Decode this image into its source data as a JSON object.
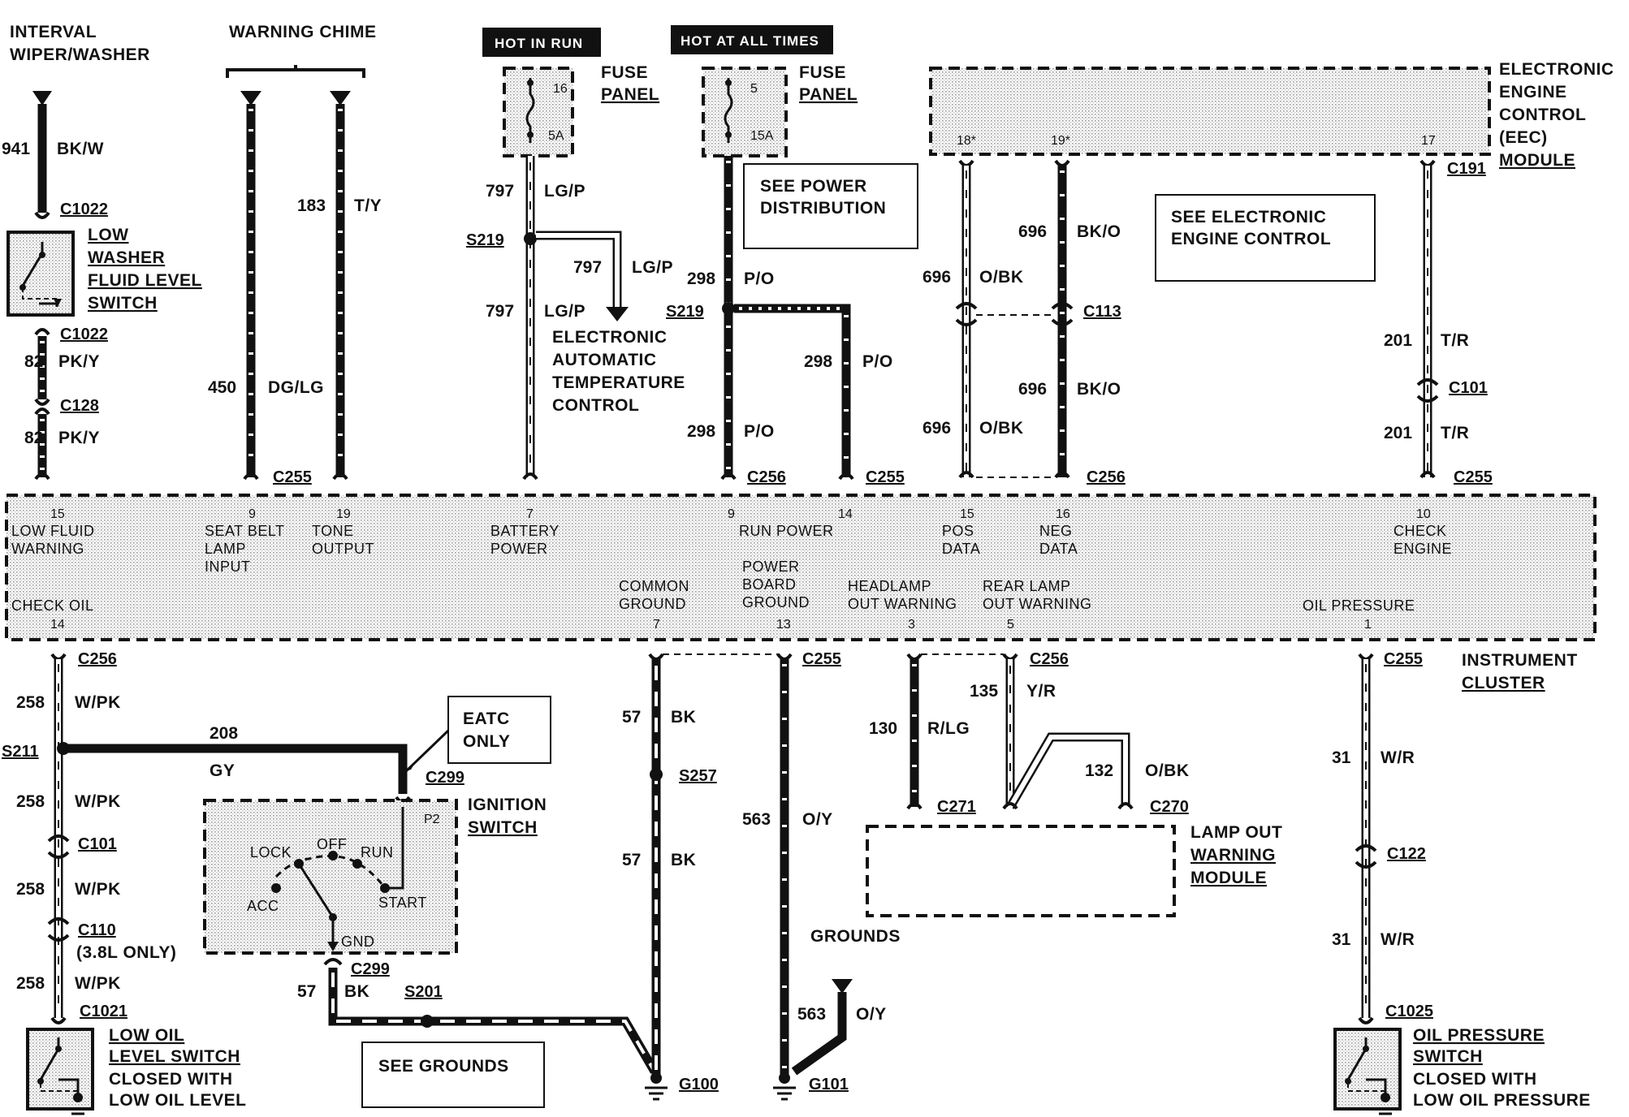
{
  "headers": {
    "interval_wiper": [
      "INTERVAL",
      "WIPER/WASHER"
    ],
    "warning_chime": "WARNING CHIME",
    "hot_in_run": "HOT IN RUN",
    "hot_at_all_times": "HOT AT ALL TIMES"
  },
  "fuse_panel_1": {
    "label": [
      "FUSE",
      "PANEL"
    ],
    "fuse_no": "16",
    "rating": "5A"
  },
  "fuse_panel_2": {
    "label": [
      "FUSE",
      "PANEL"
    ],
    "fuse_no": "5",
    "rating": "15A"
  },
  "eec_module": {
    "label": [
      "ELECTRONIC",
      "ENGINE",
      "CONTROL",
      "(EEC)",
      "MODULE"
    ],
    "pins": [
      "18*",
      "19*",
      "17"
    ]
  },
  "notes": {
    "see_power": [
      "SEE POWER",
      "DISTRIBUTION"
    ],
    "see_eec": [
      "SEE ELECTRONIC",
      "ENGINE CONTROL"
    ],
    "eatc_only": [
      "EATC",
      "ONLY"
    ],
    "see_grounds": "SEE GROUNDS",
    "grounds": "GROUNDS",
    "eatc_dest": [
      "ELECTRONIC",
      "AUTOMATIC",
      "TEMPERATURE",
      "CONTROL"
    ]
  },
  "components": {
    "washer_switch": [
      "LOW",
      "WASHER",
      "FLUID LEVEL",
      "SWITCH"
    ],
    "oil_level_switch": [
      "LOW OIL",
      "LEVEL SWITCH"
    ],
    "oil_level_note": [
      "CLOSED WITH",
      "LOW OIL LEVEL"
    ],
    "oil_pressure_switch": [
      "OIL PRESSURE",
      "SWITCH"
    ],
    "oil_pressure_note": [
      "CLOSED WITH",
      "LOW OIL PRESSURE"
    ],
    "ignition_switch": [
      "IGNITION",
      "SWITCH"
    ],
    "ignition_positions": {
      "lock": "LOCK",
      "off": "OFF",
      "run": "RUN",
      "acc": "ACC",
      "start": "START",
      "gnd": "GND",
      "p2": "P2"
    },
    "lamp_out_module": [
      "LAMP OUT",
      "WARNING",
      "MODULE"
    ],
    "instrument_cluster": [
      "INSTRUMENT",
      "CLUSTER"
    ]
  },
  "cluster_pins_top": [
    {
      "num": "15",
      "name": [
        "LOW FLUID",
        "WARNING"
      ]
    },
    {
      "num": "9",
      "name": [
        "SEAT BELT",
        "LAMP",
        "INPUT"
      ]
    },
    {
      "num": "19",
      "name": [
        "TONE",
        "OUTPUT"
      ]
    },
    {
      "num": "7",
      "name": [
        "BATTERY",
        "POWER"
      ]
    },
    {
      "num": "9",
      "name": [
        "RUN POWER"
      ]
    },
    {
      "num": "14",
      "name": []
    },
    {
      "num": "15",
      "name": [
        "POS",
        "DATA"
      ]
    },
    {
      "num": "16",
      "name": [
        "NEG",
        "DATA"
      ]
    },
    {
      "num": "10",
      "name": [
        "CHECK",
        "ENGINE"
      ]
    }
  ],
  "cluster_pins_bottom": [
    {
      "num": "14",
      "name": [
        "CHECK OIL"
      ]
    },
    {
      "num": "7",
      "name": [
        "COMMON",
        "GROUND"
      ]
    },
    {
      "num": "13",
      "name": [
        "POWER",
        "BOARD",
        "GROUND"
      ]
    },
    {
      "num": "3",
      "name": [
        "HEADLAMP",
        "OUT WARNING"
      ]
    },
    {
      "num": "5",
      "name": [
        "REAR LAMP",
        "OUT WARNING"
      ]
    },
    {
      "num": "1",
      "name": [
        "OIL PRESSURE"
      ]
    }
  ],
  "connectors": {
    "c1022a": "C1022",
    "c1022b": "C1022",
    "c128": "C128",
    "c255a": "C255",
    "c256a": "C256",
    "c255b": "C255",
    "c113": "C113",
    "c256b": "C256",
    "c191": "C191",
    "c101a": "C101",
    "c255c": "C255",
    "c256c": "C256",
    "c255d": "C255",
    "c256d": "C256",
    "c255e": "C255",
    "c299a": "C299",
    "c101b": "C101",
    "c110": "C110",
    "c110_note": "(3.8L ONLY)",
    "c1021": "C1021",
    "c299b": "C299",
    "c271": "C271",
    "c270": "C270",
    "c122": "C122",
    "c1025": "C1025"
  },
  "splices": {
    "s219a": "S219",
    "s219b": "S219",
    "s211": "S211",
    "s257": "S257",
    "s201": "S201"
  },
  "grounds_ids": {
    "g100": "G100",
    "g101": "G101"
  },
  "wires": {
    "w941": {
      "circuit": "941",
      "color": "BK/W"
    },
    "w82a": {
      "circuit": "82",
      "color": "PK/Y"
    },
    "w82b": {
      "circuit": "82",
      "color": "PK/Y"
    },
    "w450": {
      "circuit": "450",
      "color": "DG/LG"
    },
    "w183": {
      "circuit": "183",
      "color": "T/Y"
    },
    "w797a": {
      "circuit": "797",
      "color": "LG/P"
    },
    "w797b": {
      "circuit": "797",
      "color": "LG/P"
    },
    "w797c": {
      "circuit": "797",
      "color": "LG/P"
    },
    "w298a": {
      "circuit": "298",
      "color": "P/O"
    },
    "w298b": {
      "circuit": "298",
      "color": "P/O"
    },
    "w298c": {
      "circuit": "298",
      "color": "P/O"
    },
    "w696a": {
      "circuit": "696",
      "color": "O/BK"
    },
    "w696b": {
      "circuit": "696",
      "color": "BK/O"
    },
    "w696c": {
      "circuit": "696",
      "color": "BK/O"
    },
    "w696d": {
      "circuit": "696",
      "color": "O/BK"
    },
    "w201a": {
      "circuit": "201",
      "color": "T/R"
    },
    "w201b": {
      "circuit": "201",
      "color": "T/R"
    },
    "w258a": {
      "circuit": "258",
      "color": "W/PK"
    },
    "w258b": {
      "circuit": "258",
      "color": "W/PK"
    },
    "w258c": {
      "circuit": "258",
      "color": "W/PK"
    },
    "w258d": {
      "circuit": "258",
      "color": "W/PK"
    },
    "w208": {
      "circuit": "208",
      "color": "GY"
    },
    "w57a": {
      "circuit": "57",
      "color": "BK"
    },
    "w57b": {
      "circuit": "57",
      "color": "BK"
    },
    "w57c": {
      "circuit": "57",
      "color": "BK"
    },
    "w563a": {
      "circuit": "563",
      "color": "O/Y"
    },
    "w563b": {
      "circuit": "563",
      "color": "O/Y"
    },
    "w130": {
      "circuit": "130",
      "color": "R/LG"
    },
    "w135": {
      "circuit": "135",
      "color": "Y/R"
    },
    "w132": {
      "circuit": "132",
      "color": "O/BK"
    },
    "w31a": {
      "circuit": "31",
      "color": "W/R"
    },
    "w31b": {
      "circuit": "31",
      "color": "W/R"
    }
  }
}
